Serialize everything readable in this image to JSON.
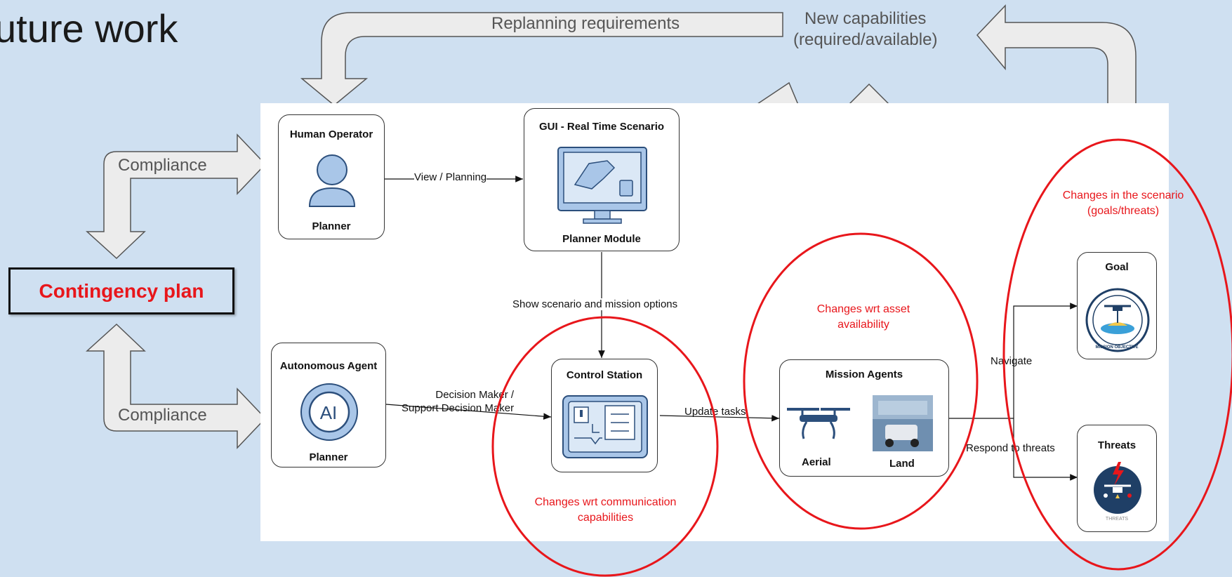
{
  "slide": {
    "title": "uture work"
  },
  "feedback": {
    "replanning": "Replanning requirements",
    "new_capabilities": [
      "New capabilities",
      "(required/available)"
    ],
    "compliance_top": "Compliance",
    "compliance_bottom": "Compliance",
    "contingency_plan": "Contingency plan"
  },
  "nodes": {
    "human_operator": {
      "title": "Human Operator",
      "role": "Planner"
    },
    "gui": {
      "title": "GUI - Real Time Scenario",
      "role": "Planner Module"
    },
    "autonomous_agent": {
      "title": "Autonomous Agent",
      "role": "Planner",
      "icon_text": "AI"
    },
    "control_station": {
      "title": "Control Station"
    },
    "mission_agents": {
      "title": "Mission Agents",
      "aerial": "Aerial",
      "land": "Land"
    },
    "goal": {
      "title": "Goal",
      "badge_text": "MISSION OBJECTIVE"
    },
    "threats": {
      "title": "Threats",
      "badge_text": "THREATS"
    }
  },
  "edges": {
    "view_planning": "View / Planning",
    "show_scenario": "Show scenario and mission options",
    "decision_maker": [
      "Decision Maker /",
      "Support Decision Maker"
    ],
    "update_tasks": "Update tasks",
    "navigate": "Navigate",
    "respond_threats": "Respond to threats"
  },
  "annotations": {
    "communication": [
      "Changes wrt communication",
      "capabilities"
    ],
    "asset": [
      "Changes wrt asset",
      "availability"
    ],
    "scenario": [
      "Changes in the scenario",
      "(goals/threats)"
    ]
  },
  "colors": {
    "background": "#cfe0f1",
    "highlight_red": "#e8161b",
    "arrow_fill": "#ececec",
    "icon_blue": "#a9c6e8",
    "badge_navy": "#1f3f66"
  }
}
